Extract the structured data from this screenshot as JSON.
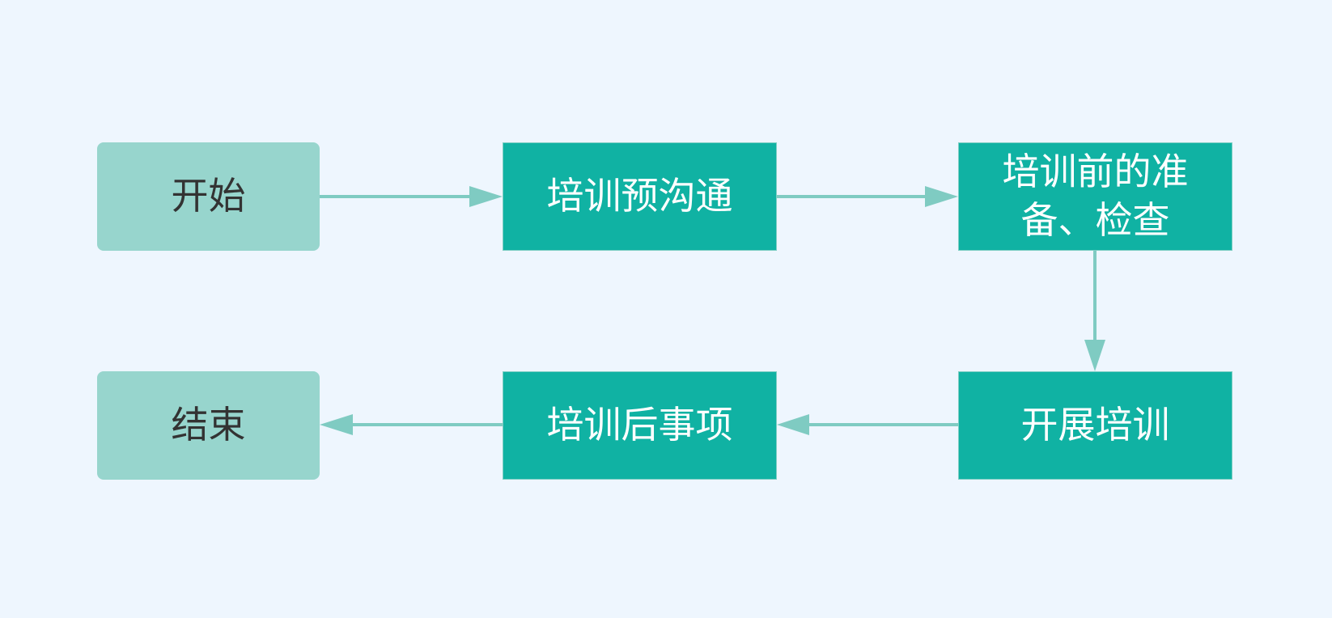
{
  "nodes": {
    "start": "开始",
    "communication": "培训预沟通",
    "preparation": "培训前的准备、检查",
    "conduct": "开展培训",
    "followup": "培训后事项",
    "end": "结束"
  },
  "colors": {
    "background": "#eef6fe",
    "terminal_fill": "#97d5cd",
    "process_fill": "#10b2a3",
    "arrow": "#7fcbc2",
    "terminal_text": "#333333",
    "process_text": "#ffffff"
  }
}
